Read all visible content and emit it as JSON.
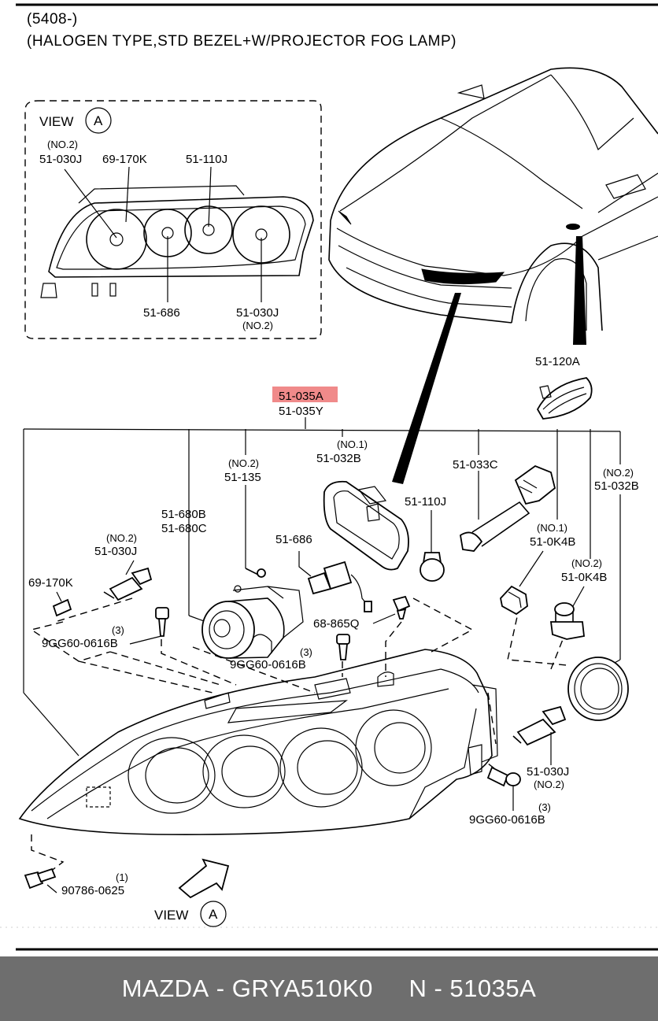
{
  "header": {
    "code": "(5408-)",
    "description": "(HALOGEN TYPE,STD BEZEL+W/PROJECTOR FOG LAMP)"
  },
  "view": {
    "label": "VIEW",
    "letter": "A"
  },
  "inset_labels": {
    "no2_top": "(NO.2)",
    "p51_030j_top": "51-030J",
    "p69_170k": "69-170K",
    "p51_110j": "51-110J",
    "p51_686": "51-686",
    "p51_030j_bottom": "51-030J",
    "no2_bottom": "(NO.2)"
  },
  "parts": {
    "p51_120a": "51-120A",
    "p51_035a": "51-035A",
    "p51_035y": "51-035Y",
    "no1_a": "(NO.1)",
    "p51_032b_a": "51-032B",
    "p51_033c": "51-033C",
    "no2_a": "(NO.2)",
    "p51_032b_b": "51-032B",
    "no2_b": "(NO.2)",
    "p51_135": "51-135",
    "p51_680b": "51-680B",
    "p51_680c": "51-680C",
    "p51_686": "51-686",
    "p51_110j": "51-110J",
    "no1_b": "(NO.1)",
    "p51_0k4b_a": "51-0K4B",
    "no2_c": "(NO.2)",
    "p51_0k4b_b": "51-0K4B",
    "no2_d": "(NO.2)",
    "p51_030j_a": "51-030J",
    "p69_170k": "69-170K",
    "qty_3a": "(3)",
    "p9gg60_a": "9GG60-0616B",
    "p68_865q": "68-865Q",
    "qty_3b": "(3)",
    "p9gg60_b": "9GG60-0616B",
    "p51_030j_b": "51-030J",
    "no2_e": "(NO.2)",
    "qty_3c": "(3)",
    "p9gg60_c": "9GG60-0616B",
    "qty_1": "(1)",
    "p90786": "90786-0625"
  },
  "highlight": {
    "part": "p51_035a",
    "color": "#f08a8a"
  },
  "footer": {
    "brand": "MAZDA",
    "sep": " - ",
    "oem": "GRYA510K0",
    "gap": "     ",
    "n": "N",
    "number": "51035A"
  }
}
